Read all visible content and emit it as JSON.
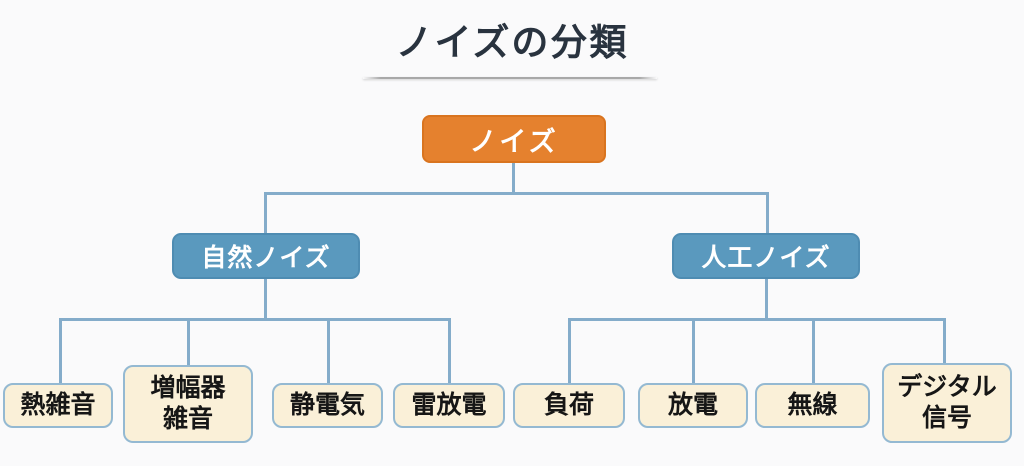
{
  "title": "ノイズの分類",
  "colors": {
    "root_fill": "#e5812e",
    "branch_fill": "#5a99be",
    "leaf_fill": "#faf0d8",
    "leaf_border": "#94b9d2",
    "connector": "#84acca",
    "title_text": "#29333f"
  },
  "tree": {
    "root": {
      "label": "ノイズ"
    },
    "branches": [
      {
        "label": "自然ノイズ",
        "children": [
          {
            "label": "熱雑音"
          },
          {
            "label": "増幅器\n雑音"
          },
          {
            "label": "静電気"
          },
          {
            "label": "雷放電"
          }
        ]
      },
      {
        "label": "人工ノイズ",
        "children": [
          {
            "label": "負荷"
          },
          {
            "label": "放電"
          },
          {
            "label": "無線"
          },
          {
            "label": "デジタル\n信号"
          }
        ]
      }
    ]
  }
}
